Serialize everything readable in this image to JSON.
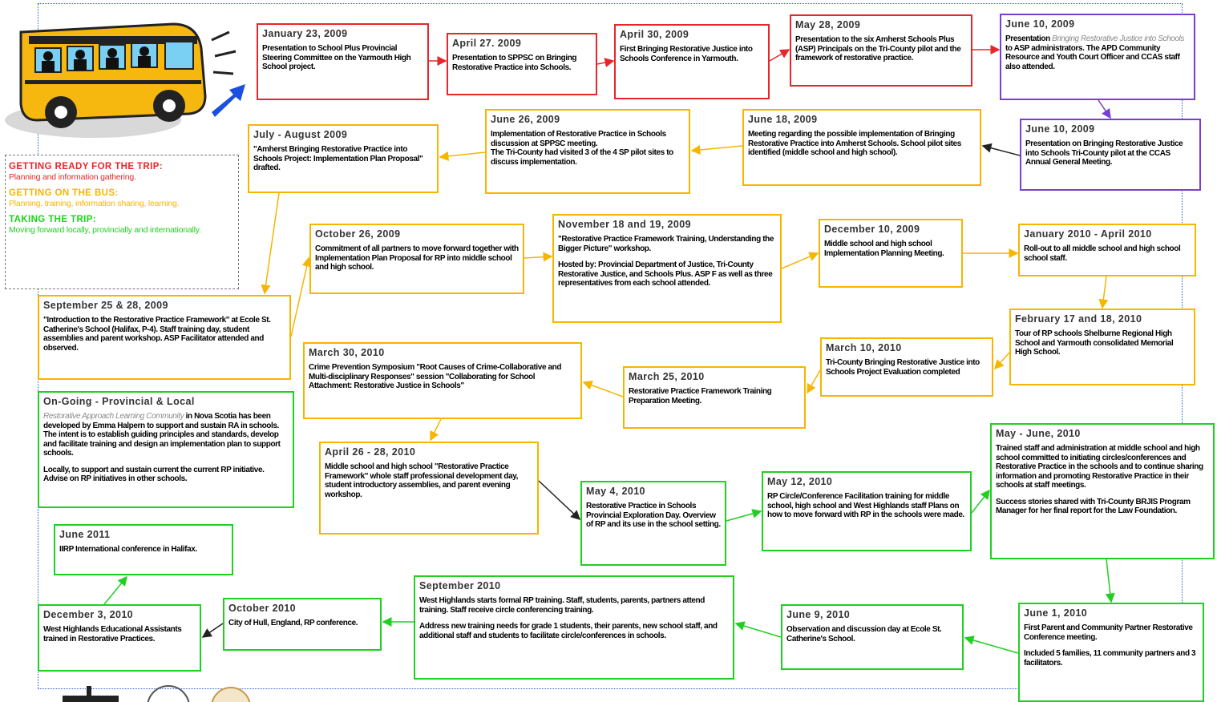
{
  "legend": {
    "heading1": "GETTING READY FOR THE TRIP:",
    "text1": "Planning and information gathering.",
    "heading2": "GETTING ON THE BUS:",
    "text2": "Planning, training, information sharing, learning.",
    "heading3": "TAKING THE TRIP:",
    "text3": "Moving forward locally, provincially and internationally.",
    "colors": {
      "ready": "#e8262a",
      "bus": "#f7b500",
      "trip": "#20d020",
      "community": "#7a3fd0"
    }
  },
  "events": {
    "jan23_2009": {
      "date": "January 23, 2009",
      "text": "Presentation to School Plus Provincial Steering Committee on the Yarmouth High School project."
    },
    "apr27_2009": {
      "date": "April 27. 2009",
      "text": "Presentation to SPPSC on Bringing Restorative Practice into Schools."
    },
    "apr30_2009": {
      "date": "April 30, 2009",
      "text": "First Bringing Restorative Justice into Schools Conference in Yarmouth."
    },
    "may28_2009": {
      "date": "May 28, 2009",
      "text": "Presentation to the six Amherst Schools Plus (ASP) Principals on the Tri-County pilot and the framework of restorative practice."
    },
    "jun10_2009a": {
      "date": "June 10, 2009",
      "lead": "Presentation",
      "italic": "Bringing Restorative Justice into Schools",
      "text": "to ASP administrators. The APD Community Resource and Youth Court Officer and CCAS staff also attended."
    },
    "jun10_2009b": {
      "date": "June 10, 2009",
      "text": "Presentation on Bringing Restorative Justice into Schools Tri-County pilot at the CCAS Annual General Meeting."
    },
    "jun18_2009": {
      "date": "June 18, 2009",
      "text": "Meeting regarding the possible implementation of Bringing Restorative Practice into Amherst Schools. School pilot sites identified (middle school and high school)."
    },
    "jun26_2009": {
      "date": "June 26, 2009",
      "text": "Implementation of Restorative Practice in Schools discussion at SPPSC meeting.\nThe Tri-County had visited 3 of the 4 SP pilot sites to discuss implementation."
    },
    "julaug_2009": {
      "date": "July - August 2009",
      "text": "\"Amherst Bringing Restorative Practice into Schools Project: Implementation Plan Proposal\" drafted."
    },
    "sep25_2009": {
      "date": "September 25 & 28, 2009",
      "text": "\"Introduction to the Restorative Practice Framework\" at Ecole St. Catherine's School (Halifax, P-4). Staff training day, student assemblies and parent workshop. ASP Facilitator attended and observed."
    },
    "oct26_2009": {
      "date": "October 26, 2009",
      "text": "Commitment of all partners to move forward together with Implementation Plan Proposal for RP into middle school and high school."
    },
    "nov18_2009": {
      "date": "November 18 and 19, 2009",
      "text": "\"Restorative Practice Framework Training, Understanding the Bigger Picture\" workshop.",
      "text2": "Hosted by: Provincial Department of Justice, Tri-County Restorative Justice, and Schools Plus. ASP F as well as three representatives from each school attended."
    },
    "dec10_2009": {
      "date": "December 10, 2009",
      "text": "Middle school and high school Implementation Planning Meeting."
    },
    "janapr_2010": {
      "date": "January 2010 - April 2010",
      "text": "Roll-out to all middle school and high school school staff."
    },
    "feb17_2010": {
      "date": "February 17 and 18, 2010",
      "text": "Tour of RP schools Shelburne Regional High School and Yarmouth consolidated Memorial High School."
    },
    "mar10_2010": {
      "date": "March 10, 2010",
      "text": "Tri-County Bringing Restorative Justice into Schools Project Evaluation completed"
    },
    "mar25_2010": {
      "date": "March 25, 2010",
      "text": "Restorative Practice Framework Training Preparation Meeting."
    },
    "mar30_2010": {
      "date": "March 30, 2010",
      "text": "Crime Prevention Symposium \"Root Causes of Crime-Collaborative and Multi-disciplinary Responses\" session \"Collaborating for School Attachment: Restorative Justice in Schools\""
    },
    "ongoing": {
      "date": "On-Going - Provincial & Local",
      "italic": "Restorative Approach Learning Community",
      "text": " in Nova Scotia has been developed by Emma Halpern to support and sustain RA in schools. The intent is to establish guiding principles and standards, develop and facilitate training and design an implementation plan to support schools.",
      "text2": "Locally, to support and sustain current the current RP initiative. Advise on RP initiatives in other schools."
    },
    "apr26_2010": {
      "date": "April 26 - 28, 2010",
      "text": "Middle school and high school \"Restorative Practice Framework\" whole staff professional development day, student introductory assemblies, and parent evening workshop."
    },
    "may4_2010": {
      "date": "May 4, 2010",
      "text": "Restorative Practice in Schools Provincial Exploration Day. Overview of RP and its use in the school setting."
    },
    "may12_2010": {
      "date": "May 12, 2010",
      "text": "RP Circle/Conference Facilitation training for middle school, high school and West Highlands staff Plans on how to move forward with RP in the schools were made."
    },
    "mayjun_2010": {
      "date": "May - June, 2010",
      "text": "Trained staff and administration at middle school and high school committed to initiating circles/conferences and Restorative Practice in the schools and to continue sharing information and promoting Restorative Practice in their schools at staff meetings.",
      "text2": "Success stories shared with Tri-County BRJIS Program Manager for her final report for the Law Foundation."
    },
    "jun2011": {
      "date": "June 2011",
      "text": "IIRP International conference in Halifax."
    },
    "dec3_2010": {
      "date": "December 3, 2010",
      "text": "West Highlands Educational Assistants trained in Restorative Practices."
    },
    "oct2010": {
      "date": "October 2010",
      "text": "City of Hull, England, RP conference."
    },
    "sep2010": {
      "date": "September 2010",
      "text": "West Highlands starts formal RP training. Staff, students, parents, partners attend training. Staff receive circle conferencing training.",
      "text2": "Address new training needs for grade 1 students, their parents, new school staff, and additional staff and students to facilitate circle/conferences in schools."
    },
    "jun9_2010": {
      "date": "June 9, 2010",
      "text": "Observation and discussion day at Ecole St. Catherine's School."
    },
    "jun1_2010": {
      "date": "June 1, 2010",
      "text": "First Parent and Community Partner Restorative Conference meeting.",
      "text2": "Included 5 families, 11 community partners and 3 facilitators."
    }
  },
  "icons": {
    "bus": "school-bus-illustration",
    "logos": [
      "organization-logo",
      "seal-logo",
      "emblem-logo"
    ]
  }
}
